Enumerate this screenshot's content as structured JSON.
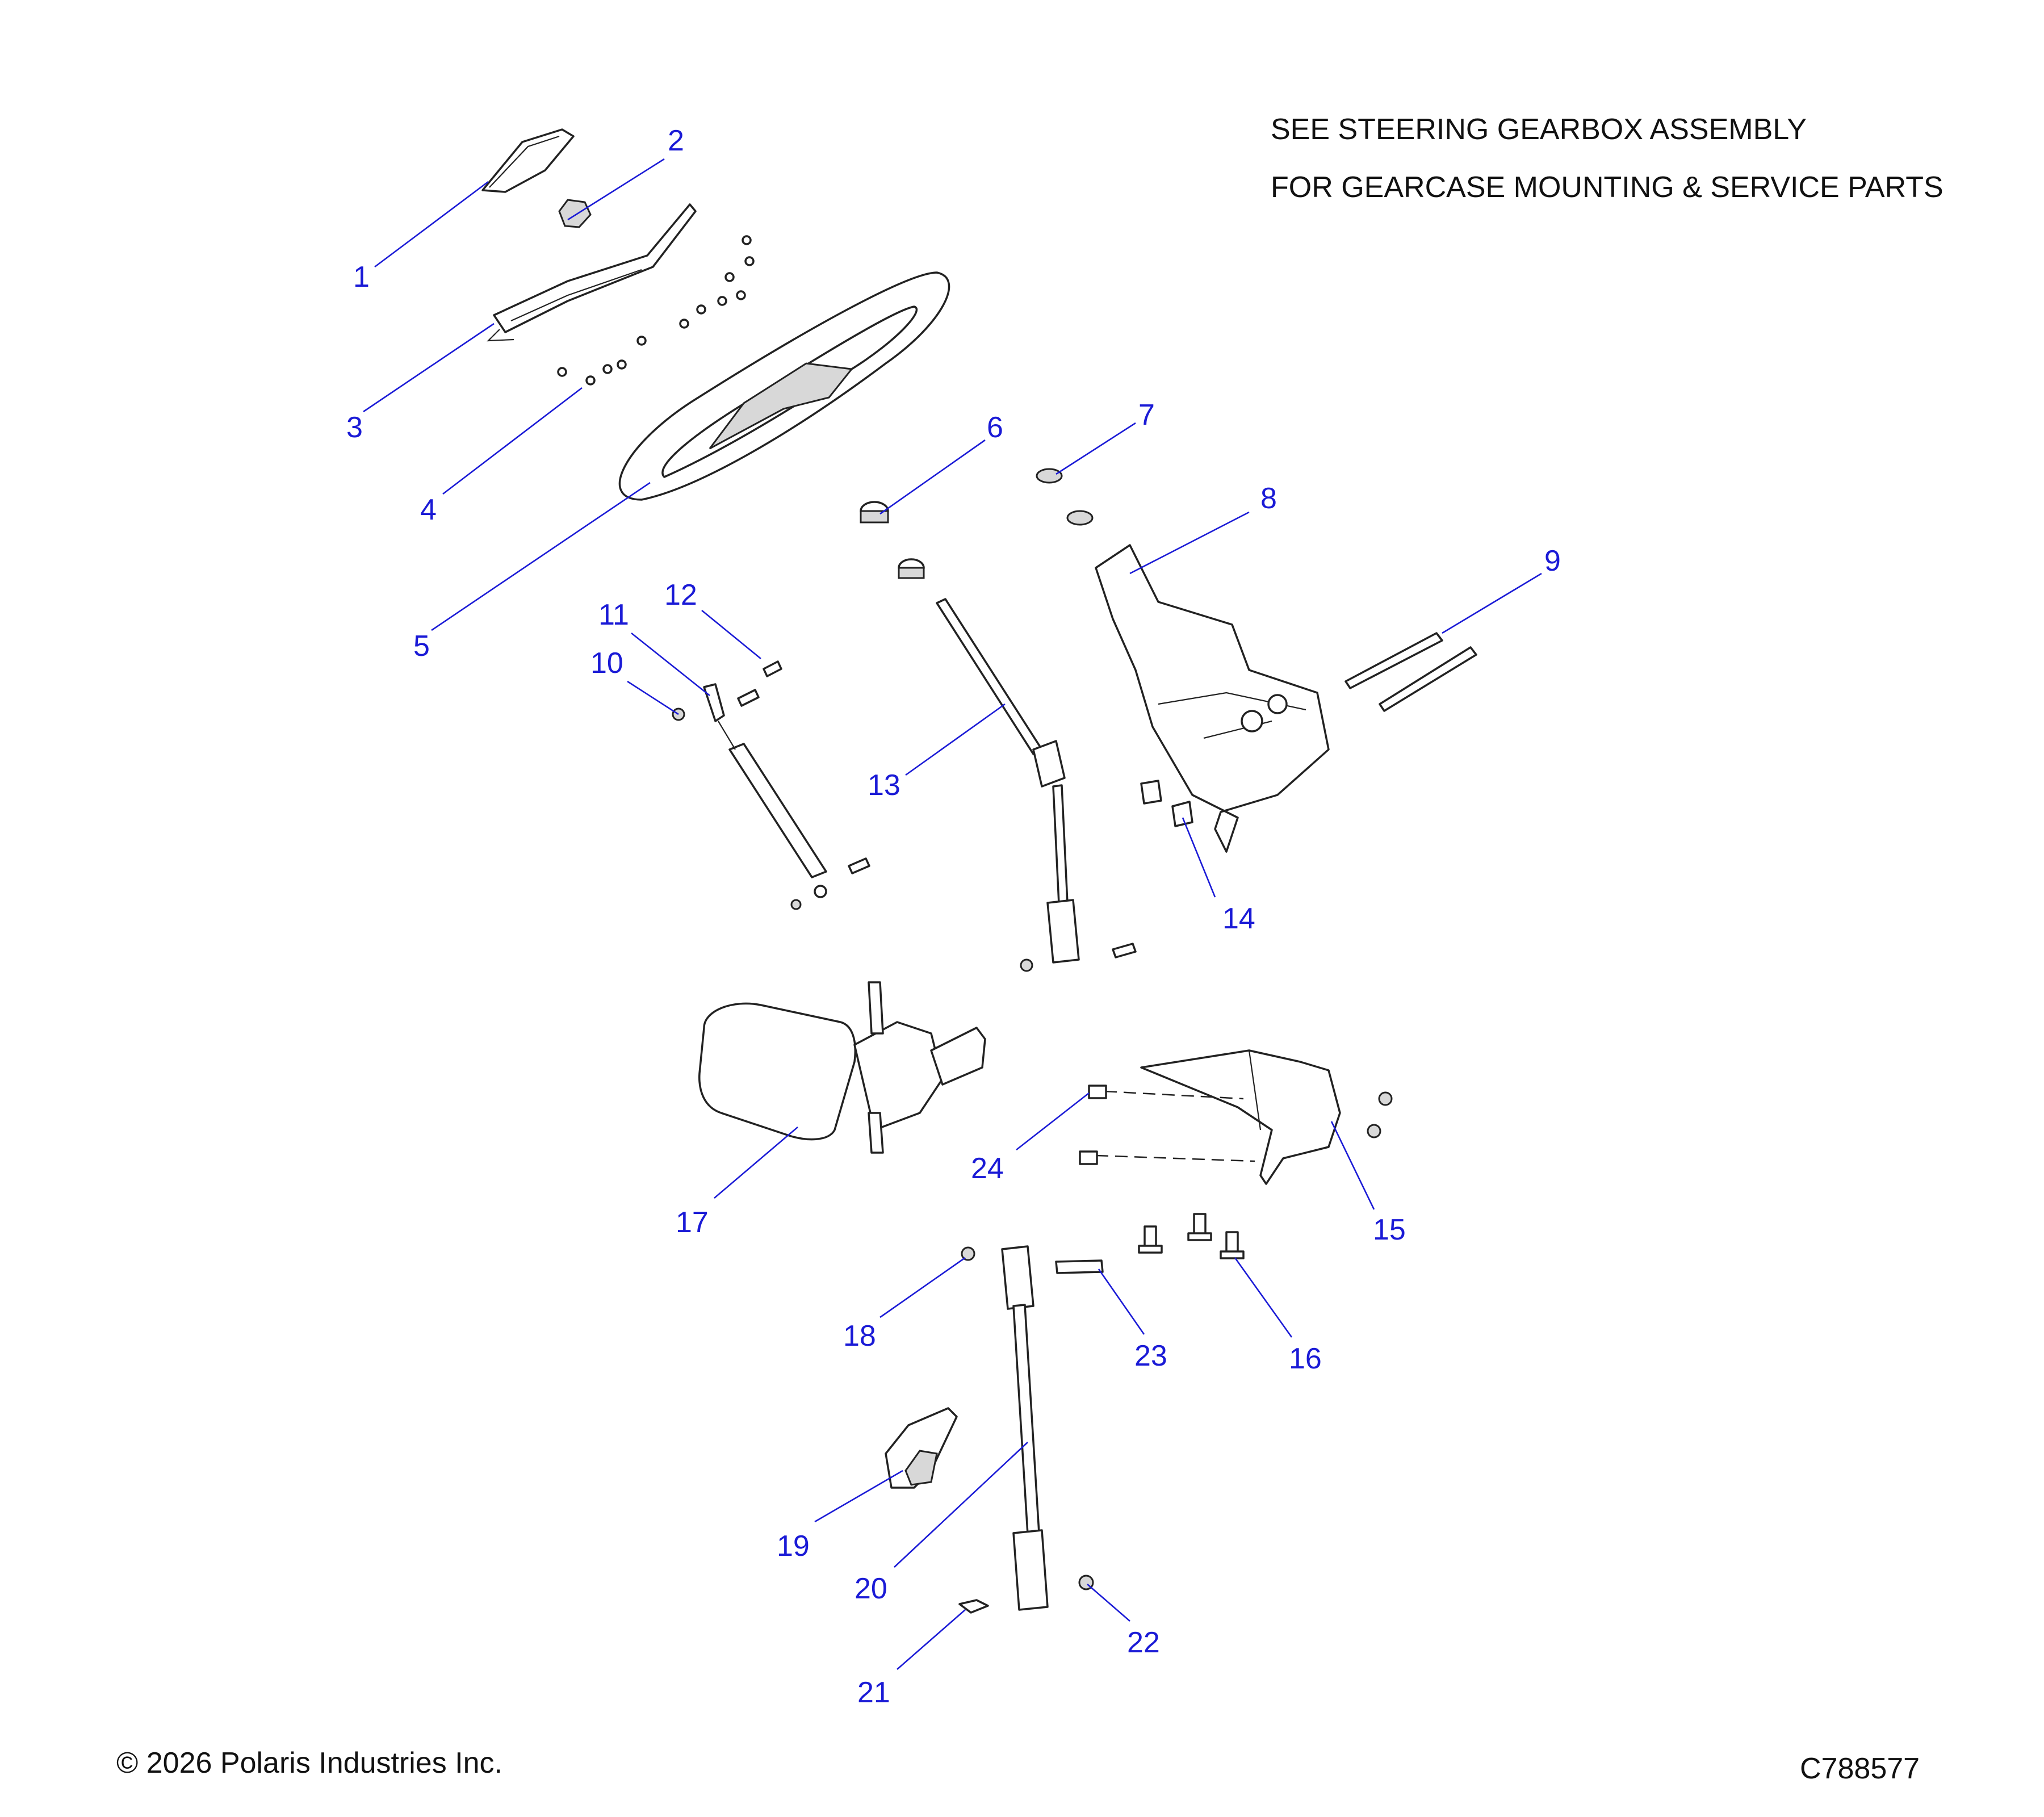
{
  "notes": {
    "line1": "SEE STEERING GEARBOX ASSEMBLY",
    "line2": "FOR GEARCASE MOUNTING & SERVICE PARTS"
  },
  "callouts": [
    "1",
    "2",
    "3",
    "4",
    "5",
    "6",
    "7",
    "8",
    "9",
    "10",
    "11",
    "12",
    "13",
    "14",
    "15",
    "16",
    "17",
    "18",
    "19",
    "20",
    "21",
    "22",
    "23",
    "24"
  ],
  "footer": {
    "copyright": "© 2026 Polaris Industries Inc.",
    "drawing_id": "C788577"
  },
  "colors": {
    "callout": "#1a1ad6",
    "line_art": "#222222"
  }
}
